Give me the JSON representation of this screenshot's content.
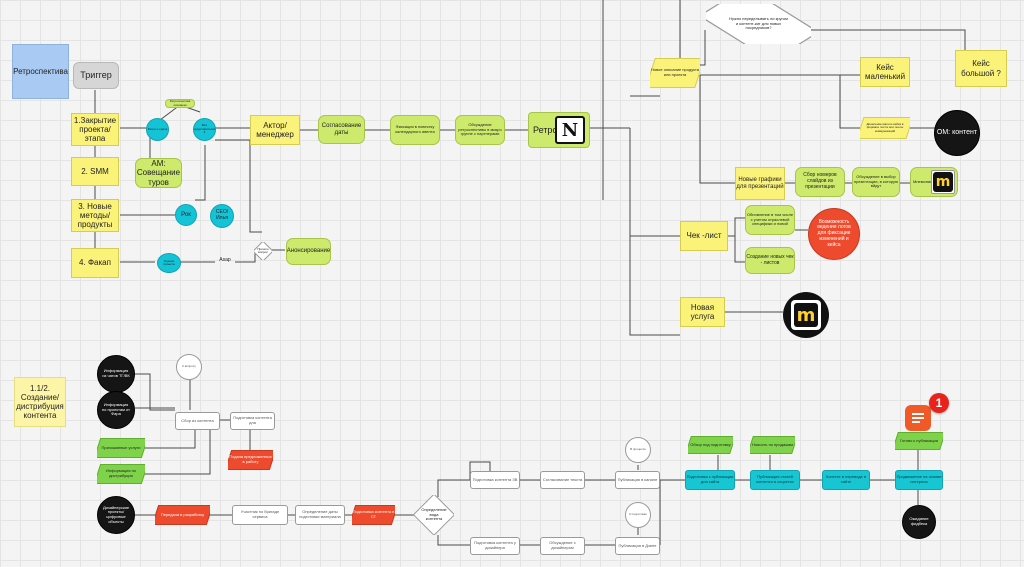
{
  "colors": {
    "yellow": "#fbf27a",
    "light_green": "#cdea6c",
    "cyan": "#15c3d6",
    "black": "#151515",
    "red": "#ee4a2e",
    "light_blue": "#a9cbf3",
    "grey": "#d6d6d6",
    "line": "#4a4a4a"
  },
  "top": {
    "retro_label": "Ретроспектива",
    "trigger": "Триггер",
    "closing": "1.Закрытие проекта/ этапа",
    "smm": "2. SMM",
    "new_methods": "3. Новые методы/ продукты",
    "fakap": "4. Факап",
    "am_meeting": "АМ: Совещание туров",
    "actor": "Актор/ менеджер",
    "agree_date": "Согласование даты",
    "fix_calendar": "Фиксация в повестку календарного ивента",
    "discuss": "Обсуждение ретроспективы в микро группе с партнерами",
    "retro_notion": "Ретро и",
    "announce": "Анонсирование",
    "asap": "Asap",
    "rok": "Рок",
    "seo_ilya": "СЕО/ Илья",
    "small_case": "Кейс маленький",
    "big_case": "Кейс большой ?",
    "om_content": "ОМ: контент",
    "check_list": "Чек -лист",
    "new_service": "Новая услуга",
    "new_graphics": "Новые графики для презентаций",
    "red_circle": "Возможность ведения логов для фиксации изменений и кейса",
    "create_checklists": "Создание новых чек - листов",
    "update_checklist": "Обновление в том числе с учетом отраслевой специфики и новой",
    "collect_slides": "Сбор номеров слайдов из презентации",
    "discuss_slides": "Обсуждение в выбор презентации, в которую вйдут",
    "top_diamond": "Нужно переделывать ли кругом и контент-кит для новых посредников?",
    "new_product_para": "Новое описание продукта или проекта",
    "small_para": "Донесение малого кейса в формате поста или ленты коммуникаций",
    "tiny_a": "Ретро и сдача",
    "tiny_b": "Без представителей 3",
    "tiny_c": "Ретроспектива основная",
    "tiny_d": "Оценка проекта",
    "tiny_e": "Пришло вопрос",
    "tiny_f": "Мнемоника при дне"
  },
  "bottom": {
    "create_label": "1.1/2. Создание/ дистрибуция контента",
    "b1": "Информация из чатов ТГ/ВК",
    "b2": "Информация по проектам от Фара",
    "b3": "Дизайнерские проекты/ цифровые объекты",
    "g1": "Прихожанные услуги",
    "g2": "Информация по дистрибуции",
    "w1": "Сбор из контента",
    "w2": "Подготовка контента для",
    "r1": "Подача предложенных в работу",
    "r2": "Передача в разработку",
    "w3": "Участник по бригаде сервиса",
    "w4": "Определение даты подготовки материала",
    "r3": "Подготовка контента в СТ",
    "diamond": "Определение вида контента",
    "w5": "Подготовка контента ЗВ",
    "w6": "Согласование текста",
    "w7": "Публикация в канале",
    "w8": "Подготовка контента у дизайнера",
    "w9": "Обсуждение с дизайнером",
    "w10": "Публикация в Дзене",
    "c1": "К вопросу",
    "c2": "В процессе",
    "c3": "К подготовке",
    "gp1": "Обзор под подготовку",
    "gp2": "Новость по продажам",
    "cy1": "Подготовка к публикации для сайта",
    "cy2": "Публикация статей контента в соцсетях",
    "cy3": "Контент в переводе в сайте",
    "cy4": "Продвижение на основе интереса",
    "gp3": "Готово к публикации",
    "end_circle": "Ожидание фидбека",
    "badge": "1"
  },
  "logos": {
    "notion": "N",
    "miro": "m"
  }
}
